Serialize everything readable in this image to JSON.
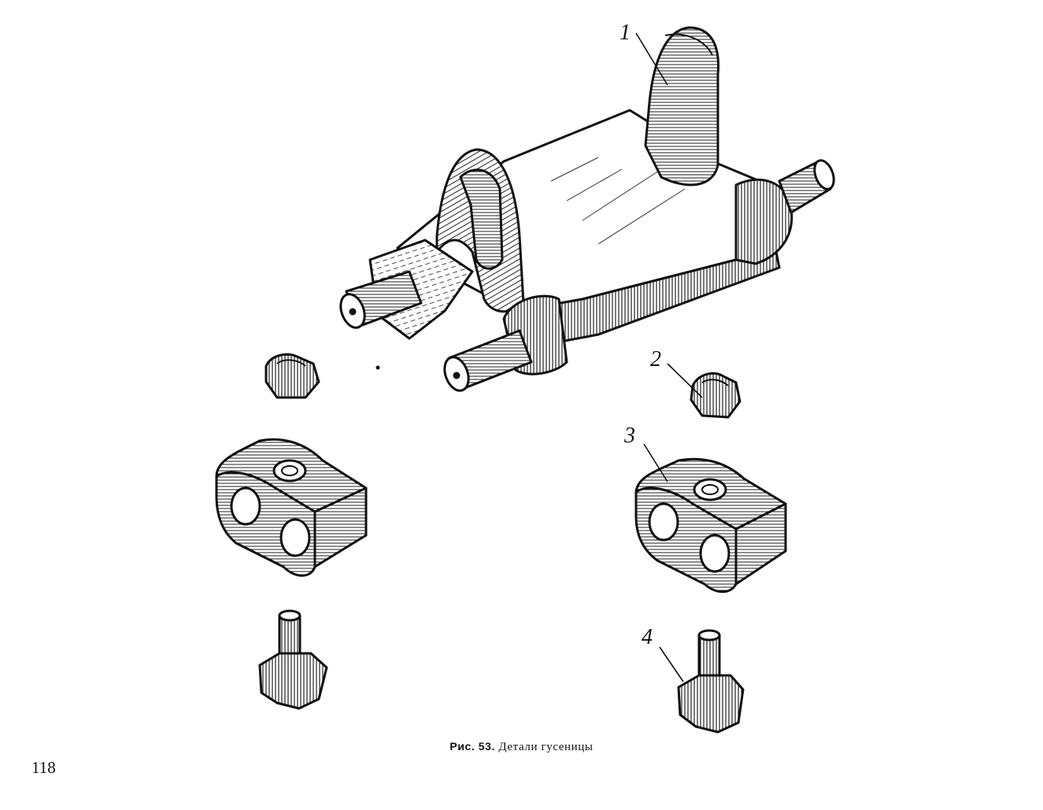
{
  "figure": {
    "caption_prefix": "Рис.",
    "caption_number": "53.",
    "caption_text": "Детали гусеницы"
  },
  "callouts": [
    "1",
    "2",
    "3",
    "4"
  ],
  "page_number": "118"
}
